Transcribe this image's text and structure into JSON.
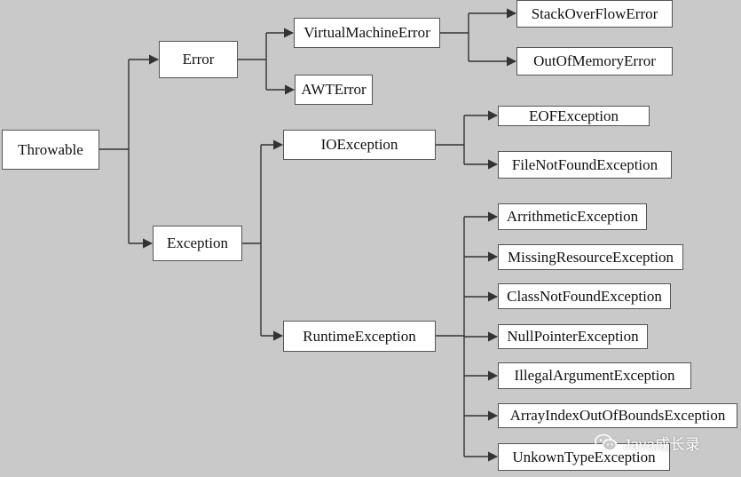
{
  "nodes": {
    "throwable": "Throwable",
    "error": "Error",
    "exception": "Exception",
    "virtual_machine_error": "VirtualMachineError",
    "awt_error": "AWTError",
    "stack_overflow_error": "StackOverFlowError",
    "out_of_memory_error": "OutOfMemoryError",
    "io_exception": "IOException",
    "eof_exception": "EOFException",
    "file_not_found_exception": "FileNotFoundException",
    "runtime_exception": "RuntimeException",
    "arrithmetic_exception": "ArrithmeticException",
    "missing_resource_exception": "MissingResourceException",
    "class_not_found_exception": "ClassNotFoundException",
    "null_pointer_exception": "NullPointerException",
    "illegal_argument_exception": "IllegalArgumentException",
    "array_index_out_of_bounds_exception": "ArrayIndexOutOfBoundsException",
    "unkown_type_exception": "UnkownTypeException"
  },
  "watermark": {
    "icon": "wechat-icon",
    "text": "Java成长录"
  },
  "colors": {
    "background": "#c9c9c9",
    "box_fill": "#ffffff",
    "line": "#333333"
  }
}
